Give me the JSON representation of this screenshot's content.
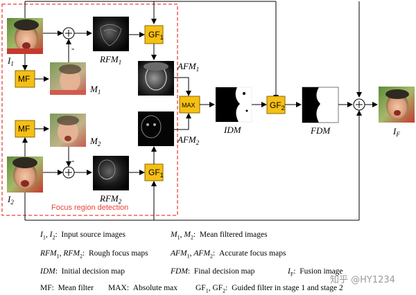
{
  "title": "",
  "images": {
    "i1": "I1",
    "i2": "I2",
    "m1": "M1",
    "m2": "M2",
    "rfm1": "RFM1",
    "rfm2": "RFM2",
    "afm1": "AFM1",
    "afm2": "AFM2",
    "idm": "IDM",
    "fdm": "FDM",
    "if": "IF"
  },
  "operators": {
    "mf": "MF",
    "gf1": "GF1",
    "gf2": "GF2",
    "max": "MAX"
  },
  "region_label": "Focus region detection",
  "sign_minus": "-",
  "colors": {
    "box_fill": "#f6bf14",
    "box_stroke": "#8a6a00",
    "region_dash": "#e8423a"
  },
  "legend": {
    "row1_a": "Input source images",
    "row1_b": "Mean filtered images",
    "row2_a": "Rough focus maps",
    "row2_b": "Accurate focus maps",
    "row3_a": "Initial decision map",
    "row3_b": "Final decision map",
    "row3_c": "Fusion image",
    "row4_a": "Mean filter",
    "row4_b": "Absolute max",
    "row4_c": "Guided filter in stage 1 and stage 2"
  },
  "watermark": "知乎 @HY1234"
}
